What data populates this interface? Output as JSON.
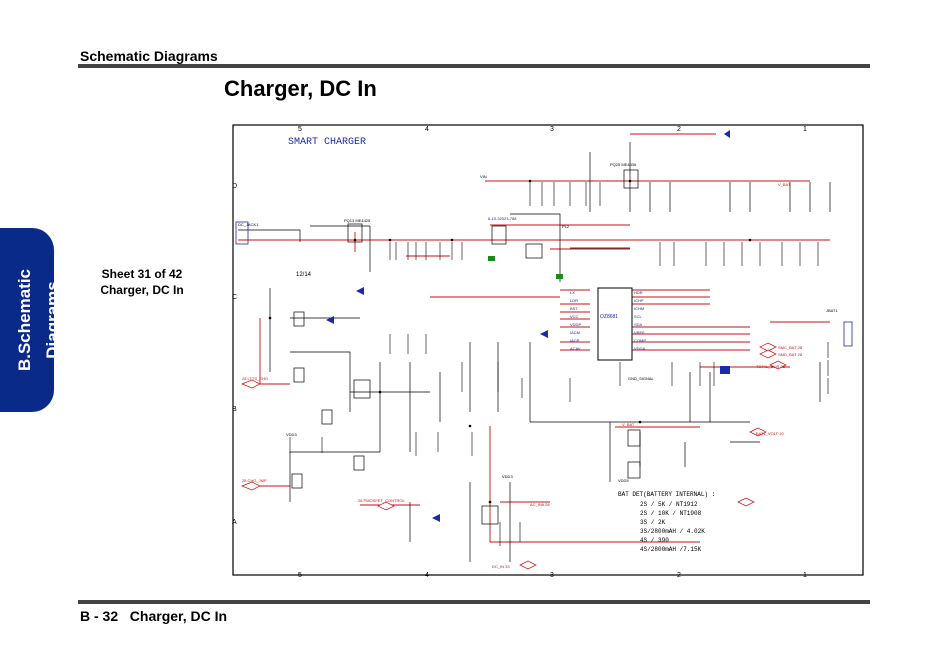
{
  "header": {
    "section": "Schematic  Diagrams"
  },
  "title": "Charger, DC In",
  "side_tab": "B.Schematic Diagrams",
  "sheet": {
    "line1": "Sheet 31 of 42",
    "line2": "Charger, DC In"
  },
  "footer": {
    "page": "B - 32",
    "caption": "Charger, DC In"
  },
  "schematic": {
    "heading": "SMART CHARGER",
    "column_markers": [
      "5",
      "4",
      "3",
      "2",
      "1"
    ],
    "row_markers": [
      "D",
      "C",
      "B",
      "A"
    ],
    "bat_table": {
      "title": "BAT DET(BATTERY INTERNAL) :",
      "rows": [
        "2S / 5K / NT1912",
        "2S / 10K / NT1908",
        "3S / 2K",
        "3S/2800mAH / 4.02K",
        "4S / 390",
        "4S/2800mAH /7.15K"
      ]
    },
    "labels": {
      "jack": "DC_JACK1",
      "pd13": "PQ13 ME4425",
      "vin": "VIN",
      "pl2": "PL2",
      "pq_top": "PQ25 ME4435",
      "chip": "OZ8681",
      "v_bat": "V_BAT",
      "date": "12/14",
      "bat_volt": "BAT1_VOLT 10",
      "total_cur": "TOTAL_CUR 28",
      "smc_bat": "SMC_BAT 28",
      "smd_bat": "SMD_BAT 28",
      "lts_chg": "28 LTTS_CHG",
      "chg_jmp": "28 CHG_JMP",
      "pmosfet": "28 PMOSFET_CONTROL",
      "ac_in": "AC_IN# 28",
      "dc_in": "DC_IN 33",
      "vdd3": "VDD3",
      "vdd5": "VDD5",
      "gnd": "GND_SIGNAL",
      "jbat": "JBAT1",
      "pn": "6-15-32023-788"
    }
  }
}
